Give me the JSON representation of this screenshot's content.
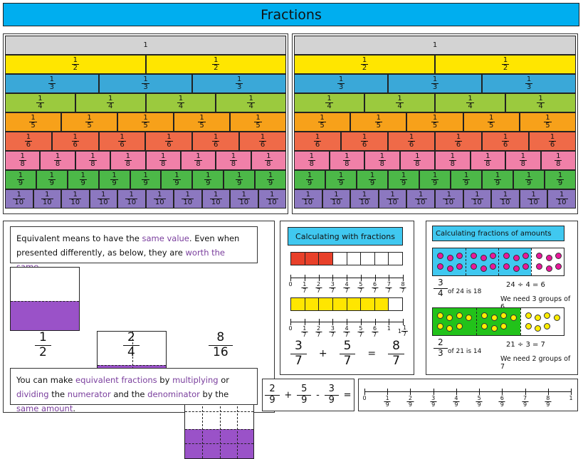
{
  "title": "Fractions",
  "wall": {
    "rows": [
      {
        "den": 1,
        "color": "#d3d3d3"
      },
      {
        "den": 2,
        "color": "#ffe600"
      },
      {
        "den": 3,
        "color": "#3aa8d8"
      },
      {
        "den": 4,
        "color": "#9bca3e"
      },
      {
        "den": 5,
        "color": "#f7a11a"
      },
      {
        "den": 6,
        "color": "#ef6a48"
      },
      {
        "den": 8,
        "color": "#f080a8"
      },
      {
        "den": 9,
        "color": "#4cb848"
      },
      {
        "den": 10,
        "color": "#8c78c0"
      }
    ]
  },
  "equivalent": {
    "intro_1": "Equivalent means to have the ",
    "intro_hl1": "same value",
    "intro_2": ". Even when presented differently, as below, they are ",
    "intro_hl2": "worth the same",
    "intro_3": ".",
    "fractions": [
      {
        "num": "1",
        "den": "2"
      },
      {
        "num": "2",
        "den": "4"
      },
      {
        "num": "8",
        "den": "16"
      }
    ],
    "rule_1": "You can make ",
    "rule_hl1": "equivalent fractions",
    "rule_2": " by ",
    "rule_hl2": "multiplying",
    "rule_3": " or ",
    "rule_hl3": "dividing",
    "rule_4": " the ",
    "rule_hl4": "numerator",
    "rule_5": " and the ",
    "rule_hl5": "denominator",
    "rule_6": " by the ",
    "rule_hl6": "same amount",
    "rule_7": "."
  },
  "calculating": {
    "heading": "Calculating with fractions",
    "strip1_filled": 3,
    "strip1_color": "#e8402a",
    "strip2_filled": 7,
    "strip2_color": "#ffe600",
    "line1_labels": [
      "0",
      "1/7",
      "2/7",
      "3/7",
      "4/7",
      "5/7",
      "6/7",
      "7/7",
      "8/7"
    ],
    "line2_labels": [
      "0",
      "1/7",
      "2/7",
      "3/7",
      "4/7",
      "5/7",
      "6/7",
      "1",
      "1 1/7"
    ],
    "sum": {
      "a_num": "3",
      "a_den": "7",
      "op": "+",
      "b_num": "5",
      "b_den": "7",
      "eq": "=",
      "r_num": "8",
      "r_den": "7"
    }
  },
  "amounts": {
    "heading": "Calculating fractions of amounts",
    "ex1": {
      "num": "3",
      "den": "4",
      "text": "of 24 is 18",
      "calc": "24 ÷ 4 = 6",
      "note": "We need 3 groups of 6",
      "fill": "#40c8f0",
      "dots": "#e8189a",
      "groups": 4,
      "shaded": 3
    },
    "ex2": {
      "num": "2",
      "den": "3",
      "text": "of 21 is 14",
      "calc": "21 ÷ 3 = 7",
      "note": "We need 2 groups of 7",
      "fill": "#22c21a",
      "dots": "#ffee00",
      "groups": 3,
      "shaded": 2
    }
  },
  "subtraction": {
    "a_num": "2",
    "a_den": "9",
    "op1": "+",
    "b_num": "5",
    "b_den": "9",
    "op2": "-",
    "c_num": "3",
    "c_den": "9",
    "eq": "="
  },
  "ninths_line": {
    "labels": [
      "0",
      "1/9",
      "2/9",
      "3/9",
      "4/9",
      "5/9",
      "6/9",
      "7/9",
      "8/9",
      "1"
    ]
  }
}
